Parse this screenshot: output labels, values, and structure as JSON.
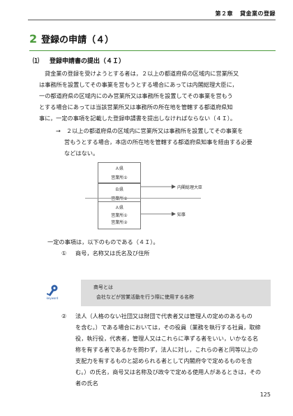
{
  "header": {
    "chapter": "第２章",
    "chapter_title": "貸金業の登録"
  },
  "section": {
    "number": "2",
    "title": "登録の申請（４）"
  },
  "subsection": {
    "number": "⑴",
    "title": "登録申請書の提出（４Ｉ）"
  },
  "body": {
    "paragraph_lines": [
      "貸金業の登録を受けようとする者は，２以上の都道府県の区域内に営業所又",
      "は事務所を設置してその事業を営もうとする場合にあっては内閣総理大臣に，",
      "一の都道府県の区域内にのみ営業所又は事務所を設置してその事業を営もう",
      "とする場合にあっては当該営業所又は事務所の所在地を管轄する都道府県知",
      "事に，一定の事項を記載した登録申請書を提出しなければならない（４Ｉ）。"
    ],
    "note_arrow": "→",
    "note_lines": [
      "２以上の都道府県の区域内に営業所又は事務所を設置してその事業を",
      "営もうとする場合，本店の所在地を管轄する都道府県知事を経由する必要",
      "などはない。"
    ]
  },
  "diagram": {
    "box1_pref": "Ａ県",
    "box1_office": "営業所①",
    "box2_pref": "Ｂ県",
    "box2_office": "営業所②",
    "dest1": "内閣総理大臣",
    "box3_pref": "Ａ県",
    "box3_office1": "営業所①",
    "box3_office2": "営業所②",
    "dest2": "知事"
  },
  "items": {
    "intro": "一定の事項は，以下のものである（４Ｉ）。",
    "item1_mark": "①",
    "item1_text": "商号，名称又は氏名及び住所",
    "item2_mark": "②",
    "item2_lines": [
      "法人（人格のない社団又は財団で代表者又は管理人の定めのあるもの",
      "を含む。）である場合においては，その役員（業務を執行する社員，取締",
      "役，執行役，代表者，管理人又はこれらに準ずる者をいい，いかなる名",
      "称を有する者であるかを問わず，法人に対し，これらの者と同等以上の",
      "支配力を有するものと認められる者として内閣府令で定めるものを含",
      "む。）の氏名，商号又は名称及び政令で定める使用人があるときは，その",
      "者の氏名"
    ]
  },
  "keyword": {
    "icon_label": "keyword",
    "term": "商号とは",
    "definition": "会社などが営業活動を行う際に使用する名称"
  },
  "footer": {
    "page_number": "125"
  },
  "colors": {
    "accent_green": "#4a9a3a",
    "keyword_box_bg": "#dcdcdc",
    "keyword_icon_blue": "#2e5fa8"
  }
}
